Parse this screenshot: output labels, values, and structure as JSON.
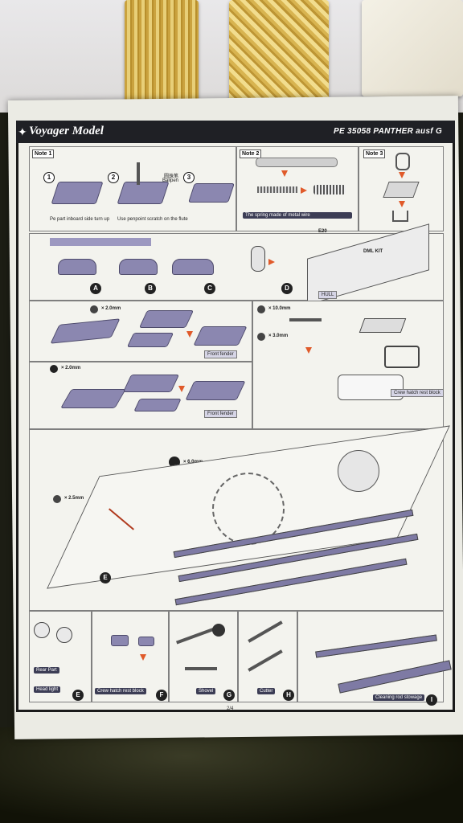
{
  "photo": {
    "colors": {
      "paper": "#ebebe4",
      "frame": "#1a1a1a",
      "header": "#1f2025",
      "parts": "#8b87b0",
      "arrows": "#e05a2a",
      "brass": "#d8b450"
    }
  },
  "sheet": {
    "brand": "Voyager Model",
    "product_code": "PE 35058  PANTHER ausf G",
    "page": "2/4",
    "notes": {
      "note1": {
        "tag": "Note 1",
        "steps": [
          "1",
          "2",
          "3"
        ],
        "ballpen_cn": "圆珠笔",
        "ballpen": "Ballpen",
        "caption1": "Pe part inboard side turn up",
        "caption2": "Use penpoint scratch on the flute"
      },
      "note2": {
        "tag": "Note 2",
        "caption": "The spring made of metal wire"
      },
      "note3": {
        "tag": "Note 3"
      }
    },
    "steps": {
      "A": "A",
      "B": "B",
      "C": "C",
      "D": "D",
      "E": "E",
      "F": "F",
      "G": "G",
      "H": "H",
      "I": "I"
    },
    "labels": {
      "e20": "E20",
      "dml_kit": "DML KIT",
      "hull": "HULL",
      "drill_2mm_a": "× 2.0mm",
      "drill_2mm_b": "× 2.0mm",
      "drill_10mm": "× 10.0mm",
      "drill_3mm": "× 3.0mm",
      "drill_6mm": "× 6.0mm",
      "drill_25mm": "× 2.5mm",
      "front_fender": "Front fender",
      "rear_part": "Rear Part",
      "head_light": "Head light",
      "crew_hatch": "Crew hatch rest block",
      "shovel": "Shovel",
      "cutter": "Cutter",
      "cleaning_rod": "Cleaning rod stowage"
    }
  }
}
